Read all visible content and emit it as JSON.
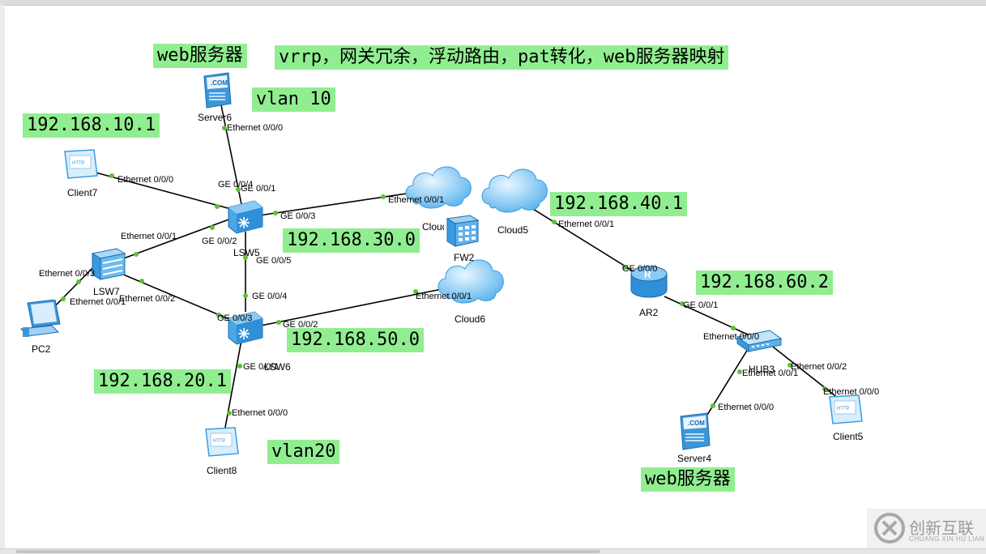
{
  "notes": {
    "title": "vrrp，网关冗余，浮动路由，pat转化，web服务器映射",
    "web_server_top": "web服务器",
    "web_server_bottom": "web服务器",
    "vlan10": "vlan 10",
    "vlan20": "vlan20",
    "ip_10_1": "192.168.10.1",
    "ip_20_1": "192.168.20.1",
    "ip_30_0": "192.168.30.0",
    "ip_40_1": "192.168.40.1",
    "ip_50_0": "192.168.50.0",
    "ip_60_2": "192.168.60.2"
  },
  "devices": {
    "server6": "Server6",
    "client7": "Client7",
    "lsw5": "LSW5",
    "lsw7": "LSW7",
    "lsw6": "LSW6",
    "pc2": "PC2",
    "client8": "Client8",
    "cloud4": "Cloud4",
    "cloud5": "Cloud5",
    "cloud6": "Cloud6",
    "fw2": "FW2",
    "ar2": "AR2",
    "hub3": "HUB3",
    "server4": "Server4",
    "client5": "Client5"
  },
  "ports": {
    "server6_e0": "Ethernet 0/0/0",
    "lsw5_ge4": "GE 0/0/4",
    "lsw5_ge1": "GE 0/0/1",
    "client7_e0": "Ethernet 0/0/0",
    "lsw5_ge3": "GE 0/0/3",
    "cloud4_e1": "Ethernet 0/0/1",
    "lsw7_e1": "Ethernet 0/0/1",
    "lsw5_ge2": "GE 0/0/2",
    "lsw5_ge5": "GE 0/0/5",
    "lsw7_e3": "Ethernet 0/0/3",
    "pc2_e1": "Ethernet 0/0/1",
    "lsw7_e2": "Ethernet 0/0/2",
    "lsw6_ge4": "GE 0/0/4",
    "lsw6_ge3": "GE 0/0/3",
    "lsw6_ge2": "GE 0/0/2",
    "lsw6_ge1": "GE 0/0/1",
    "cloud6_e1": "Ethernet 0/0/1",
    "client8_e0": "Ethernet 0/0/0",
    "cloud5_e1": "Ethernet 0/0/1",
    "ar2_ge0": "GE 0/0/0",
    "ar2_ge1": "GE 0/0/1",
    "hub3_e0": "Ethernet 0/0/0",
    "hub3_e1": "Ethernet 0/0/1",
    "hub3_e2": "Ethernet 0/0/2",
    "server4_e0": "Ethernet 0/0/0",
    "client5_e0": "Ethernet 0/0/0"
  },
  "icons": {
    "server_badge": ".COM",
    "client_badge": "HTTP",
    "router_badge": "R"
  },
  "watermark": {
    "text": "创新互联",
    "sub": "CHUANG XIN HU LIAN"
  },
  "colors": {
    "note_bg": "#90ee90",
    "port_dot": "#5bc236",
    "device_blue": "#2f8fd8"
  }
}
